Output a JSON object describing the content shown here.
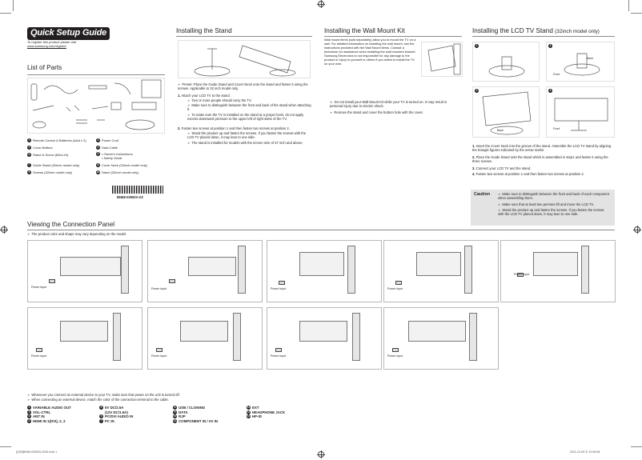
{
  "header": {
    "title": "Quick Setup Guide",
    "register_text": "To register this product please visit",
    "register_url": "www.samsung.com/register"
  },
  "sections": {
    "parts_title": "List of Parts",
    "stand_title": "Installing the Stand",
    "wall_title": "Installing the Wall Mount Kit",
    "lcd_stand_title": "Installing the LCD TV Stand",
    "lcd_stand_subtitle": "(32inch model only)",
    "connection_title": "Viewing the Connection Panel"
  },
  "parts": [
    {
      "num": "1",
      "label": "Remote Control & Batteries (AAA x 2)"
    },
    {
      "num": "2",
      "label": "Power Cord"
    },
    {
      "num": "3",
      "label": "Cover-Bottom"
    },
    {
      "num": "4",
      "label": "Data Cable"
    },
    {
      "num": "5",
      "label": "Stand & Screw (M4xL16)"
    },
    {
      "num": "6a",
      "label": "• Owner's Instructions"
    },
    {
      "num": "6b",
      "label": "• Safety Guide"
    },
    {
      "num": "7",
      "label": "Guide Stand (32inch model only)"
    },
    {
      "num": "8",
      "label": "Cover Neck (32inch model only)"
    },
    {
      "num": "9",
      "label": "Screws (32inch model only)"
    },
    {
      "num": "10",
      "label": "Stand (32inch model only)"
    }
  ],
  "barcode_text": "BN68-03592A-02",
  "stand": {
    "preset": "Preset: Place the Guide Stand and Cover Neck onto the stand and fasten it using the screws. Applicable to 32 inch model only.",
    "step1": "Attach your LCD TV to the stand.",
    "step1_notes": [
      "Two or more people should carry the TV.",
      "Make sure to distinguish between the front and back of the stand when attaching it.",
      "To make sure the TV is installed on the stand at a proper level, do not apply excess downward pressure to the upper left of right sides of the TV."
    ],
    "step2": "Fasten two screws at position 1 and then fasten two screws at position 2.",
    "step2_notes": [
      "Stand the product up and fasten the screws. If you fasten the screws with the LCD TV placed down, it may lean to one side.",
      "The stand is installed for models with the screen size of 37 inch and above."
    ]
  },
  "wall": {
    "intro": "Wall mount items (sold separately) allow you to mount the TV on a wall. For detailed information on installing the wall mount, see the instructions provided with the Wall Mount items. Contact a technician for assistance when installing the wall mounted bracket. Samsung Electronics is not responsible for any damage to the product or injury to yourself or others if you select to install the TV on your own.",
    "warning": "Do not install your Wall Mount Kit while your TV is turned on. It may result in personal injury due to electric shock.",
    "note": "Remove the stand and cover the bottom hole with the cover."
  },
  "lcd_stand": {
    "fig_labels": [
      "1",
      "2",
      "3",
      "4"
    ],
    "caption_back": "Back",
    "caption_front": "Front",
    "steps": [
      "Insert the Cover Neck into the groove of the stand. Assemble the LCD TV stand by aligning the triangle figures indicated by the arrow marks.",
      "Place the Guide Stand onto the stand which is assembled in step1 and fasten it using the three screws.",
      "Connect your LCD TV and the stand.",
      "Fasten two screws at position 1 and then fasten two screws at position 2."
    ],
    "caution_label": "Caution",
    "caution_items": [
      "Make sure to distinguish between the front and back of each component when assembling them.",
      "Make sure that at least two persons lift and move the LCD TV.",
      "Stand the product up and fasten the screws. If you fasten the screws with the LCD TV placed down, it may lean to one side."
    ]
  },
  "connection": {
    "note": "The product color and shape may vary depending on the model.",
    "power_input": "Power Input",
    "footnotes": [
      "Whenever you connect an external device to your TV, make sure that power on the unit is turned off.",
      "When connecting an external device, match the color of the connection terminal to the cable."
    ],
    "legend": [
      {
        "num": "1",
        "label": "VARIABLE AUDIO OUT"
      },
      {
        "num": "2",
        "label": "VOL-CTRL"
      },
      {
        "num": "3",
        "label": "ANT IN"
      },
      {
        "num": "4",
        "label": "HDMI IN 1(DVI), 2, 3"
      },
      {
        "num": "5",
        "label": "5V DC/2.5A"
      },
      {
        "num": "5b",
        "label": "(12V DC/1.5A)"
      },
      {
        "num": "6",
        "label": "PC/DVI AUDIO IN"
      },
      {
        "num": "7",
        "label": "PC IN"
      },
      {
        "num": "8",
        "label": "USB / CLONING"
      },
      {
        "num": "9",
        "label": "DATA"
      },
      {
        "num": "10",
        "label": "RJP"
      },
      {
        "num": "11",
        "label": "COMPONENT IN / AV IN"
      },
      {
        "num": "12",
        "label": "EXT"
      },
      {
        "num": "13",
        "label": "HEADPHONE JACK"
      },
      {
        "num": "14",
        "label": "HP-ID"
      }
    ]
  },
  "footer": {
    "left": "[Q30]BN68-03592A-ENG.indd   1",
    "right": "2011-10-05   오 10:06:08"
  }
}
